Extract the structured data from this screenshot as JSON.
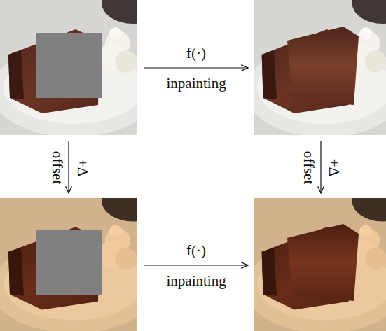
{
  "diagram": {
    "labels": [
      "f(·)",
      "inpainting",
      "offset",
      "+Δ",
      "offset",
      "+Δ",
      "f(·)",
      "inpainting"
    ]
  }
}
